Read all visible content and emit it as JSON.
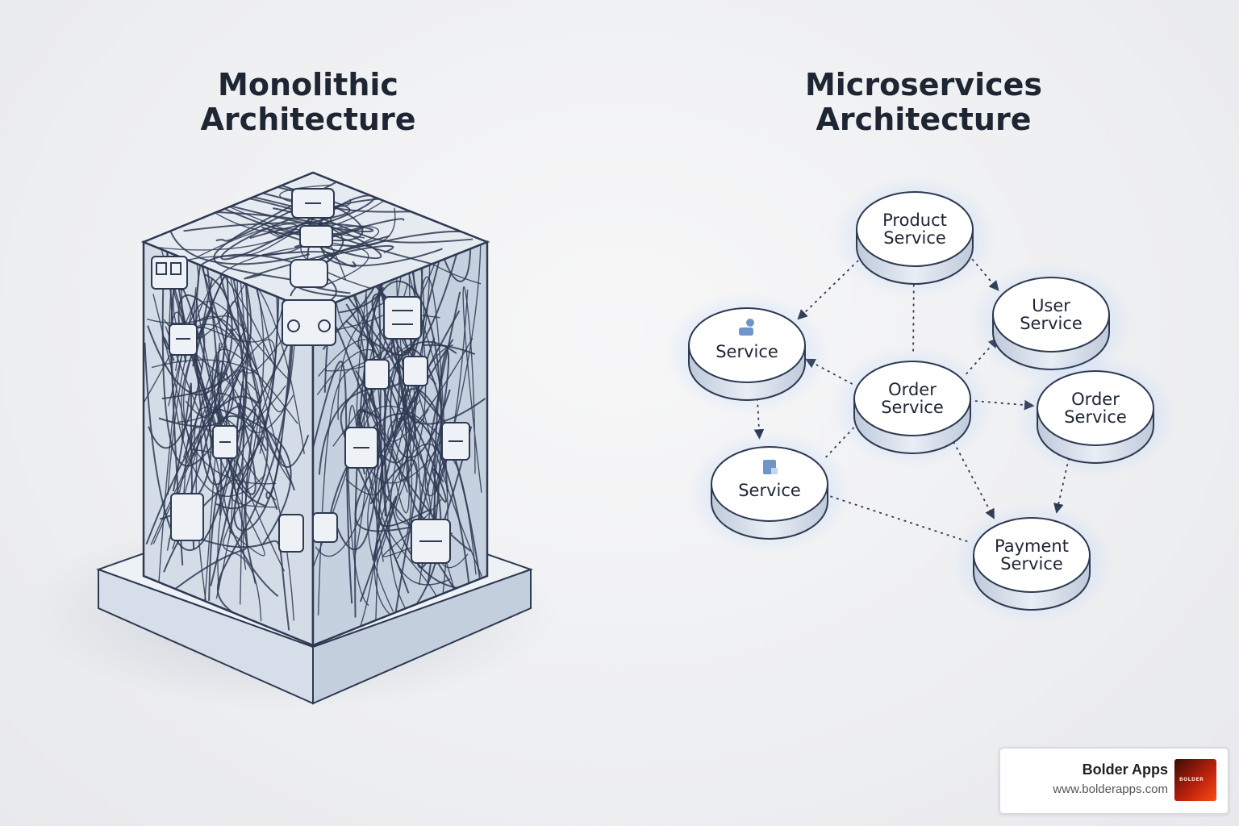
{
  "left_title": [
    "Monolithic",
    "Architecture"
  ],
  "right_title": [
    "Microservices",
    "Architecture"
  ],
  "nodes": [
    {
      "id": "product",
      "lines": [
        "Product",
        "Service"
      ],
      "icon": ""
    },
    {
      "id": "user",
      "lines": [
        "User",
        "Service"
      ],
      "icon": ""
    },
    {
      "id": "svc-left",
      "lines": [
        "Service"
      ],
      "icon": "person-icon"
    },
    {
      "id": "order-center",
      "lines": [
        "Order",
        "Service"
      ],
      "icon": ""
    },
    {
      "id": "order-right",
      "lines": [
        "Order",
        "Service"
      ],
      "icon": ""
    },
    {
      "id": "svc-lower",
      "lines": [
        "Service"
      ],
      "icon": "puzzle-icon"
    },
    {
      "id": "payment",
      "lines": [
        "Payment",
        "Service"
      ],
      "icon": ""
    }
  ],
  "connections": [
    {
      "from": "product",
      "to": "svc-left",
      "arrow": "end"
    },
    {
      "from": "product",
      "to": "user",
      "arrow": "end"
    },
    {
      "from": "order-center",
      "to": "product",
      "arrow": "end"
    },
    {
      "from": "order-center",
      "to": "user",
      "arrow": "end"
    },
    {
      "from": "order-center",
      "to": "svc-left",
      "arrow": "end"
    },
    {
      "from": "order-center",
      "to": "order-right",
      "arrow": "end"
    },
    {
      "from": "order-center",
      "to": "svc-lower",
      "arrow": "none"
    },
    {
      "from": "order-center",
      "to": "payment",
      "arrow": "end"
    },
    {
      "from": "svc-left",
      "to": "svc-lower",
      "arrow": "both"
    },
    {
      "from": "user",
      "to": "order-right",
      "arrow": "none"
    },
    {
      "from": "order-right",
      "to": "payment",
      "arrow": "end"
    },
    {
      "from": "svc-lower",
      "to": "payment",
      "arrow": "none"
    }
  ],
  "brand": {
    "name": "Bolder Apps",
    "url": "www.bolderapps.com",
    "logo_text": "BOLDER"
  },
  "colors": {
    "ink": "#1e2533",
    "line": "#2e3a52",
    "glow": "#7fb2ff",
    "disk_top": "#ffffff",
    "disk_side": "#cfd8e6",
    "cube": "#dde3ec"
  }
}
